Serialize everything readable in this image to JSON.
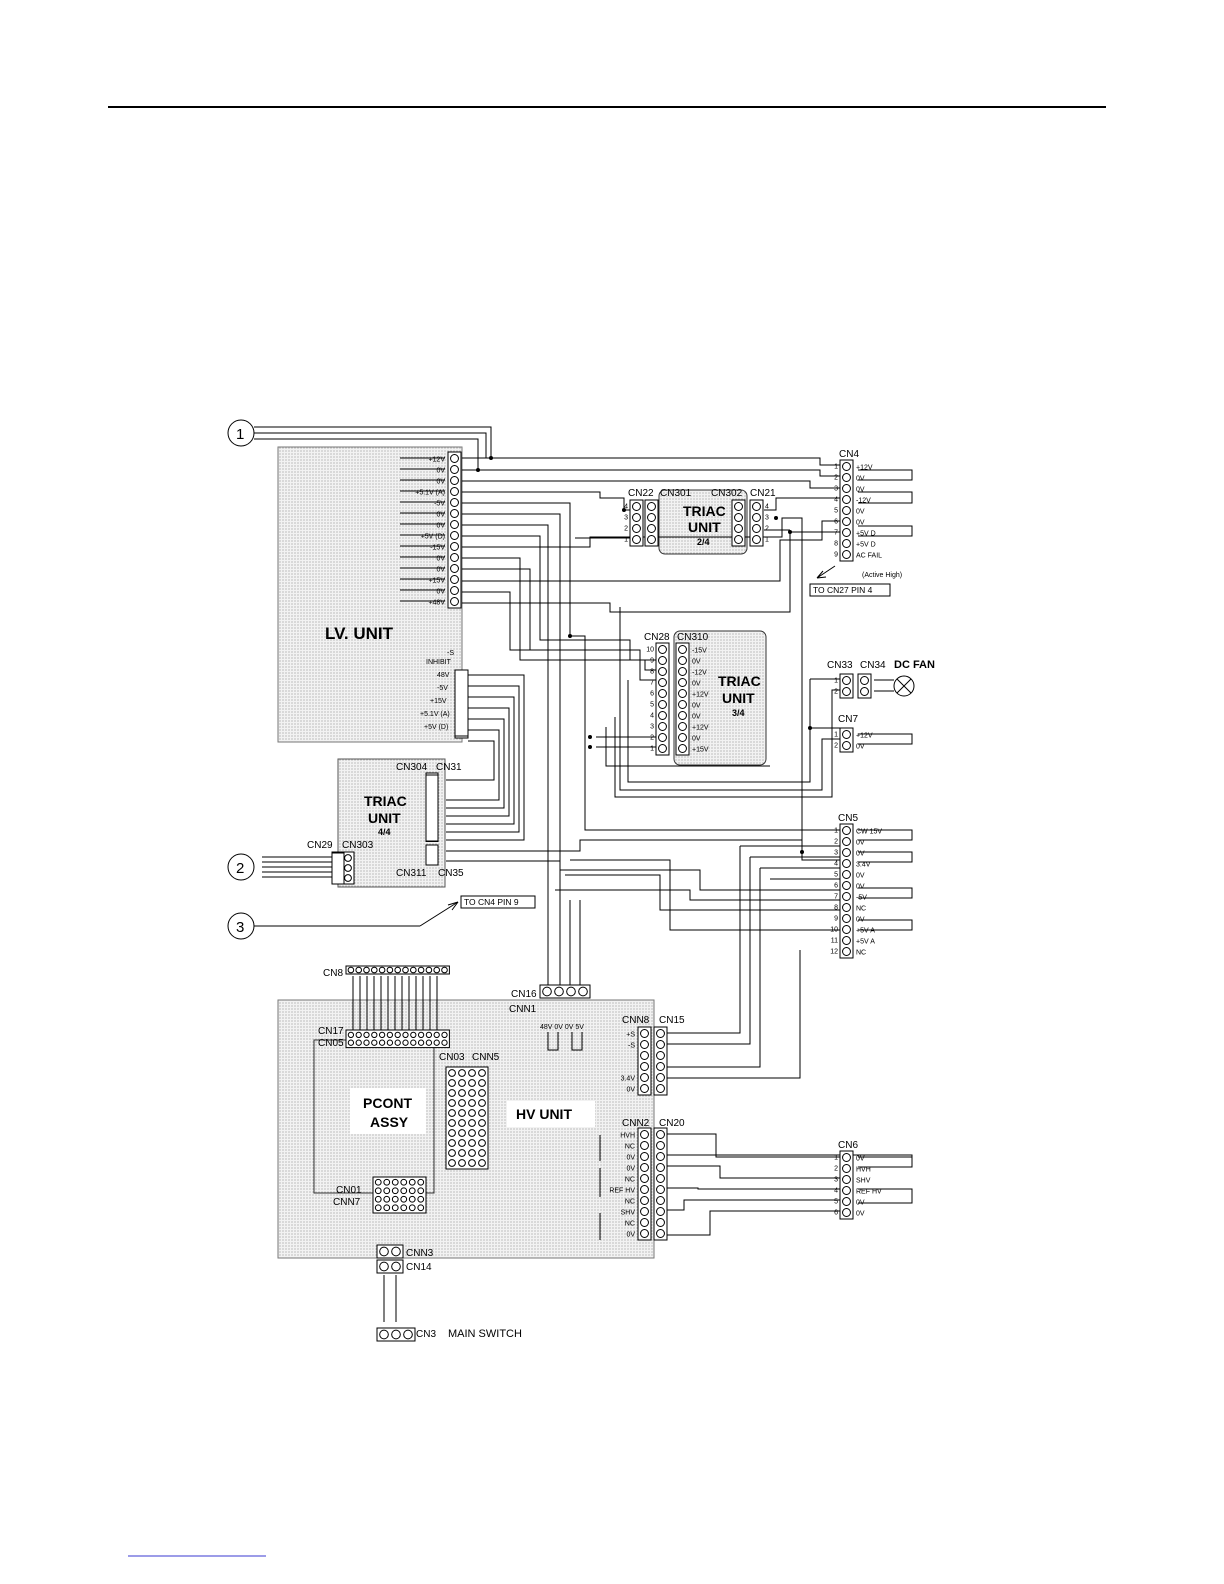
{
  "callouts": [
    "1",
    "2",
    "3"
  ],
  "units": {
    "lv": "LV. UNIT",
    "triac24_l1": "TRIAC",
    "triac24_l2": "UNIT",
    "triac24_n": "2/4",
    "triac34_l1": "TRIAC",
    "triac34_l2": "UNIT",
    "triac34_n": "3/4",
    "triac44_l1": "TRIAC",
    "triac44_l2": "UNIT",
    "triac44_n": "4/4",
    "pcont_l1": "PCONT",
    "pcont_l2": "ASSY",
    "hv": "HV UNIT",
    "dcfan": "DC FAN",
    "mainswitch": "MAIN SWITCH"
  },
  "connectors": {
    "cn4": "CN4",
    "cn22": "CN22",
    "cn301": "CN301",
    "cn302": "CN302",
    "cn21": "CN21",
    "cn28": "CN28",
    "cn310": "CN310",
    "cn33": "CN33",
    "cn34": "CN34",
    "cn7": "CN7",
    "cn5": "CN5",
    "cn304": "CN304",
    "cn31": "CN31",
    "cn29": "CN29",
    "cn303": "CN303",
    "cn311": "CN311",
    "cn35": "CN35",
    "cn8": "CN8",
    "cn16": "CN16",
    "cnn1": "CNN1",
    "cn17": "CN17",
    "cn05": "CN05",
    "cn03": "CN03",
    "cnn5": "CNN5",
    "cnn8": "CNN8",
    "cn15": "CN15",
    "cnn2": "CNN2",
    "cn20": "CN20",
    "cn6": "CN6",
    "cn01": "CN01",
    "cnn7": "CNN7",
    "cnn3": "CNN3",
    "cn14": "CN14",
    "cn3": "CN3"
  },
  "lv_pins": [
    "+12V",
    "0V",
    "0V",
    "+5.1V (A)",
    "-5V",
    "0V",
    "0V",
    "+5V (D)",
    "-15V",
    "0V",
    "0V",
    "+15V",
    "0V",
    "+48V"
  ],
  "lv_lower": [
    "-S",
    "INHIBIT",
    "48V",
    "-5V",
    "+15V",
    "+5.1V (A)",
    "+5V (D)"
  ],
  "cn4_pins": [
    "+12V",
    "0V",
    "0V",
    "-12V",
    "0V",
    "0V",
    "+5V D",
    "+5V D",
    "AC FAIL"
  ],
  "cn4_note": "(Active High)",
  "to_cn27": "TO CN27 PIN 4",
  "to_cn4": "TO CN4 PIN 9",
  "cn310_pins": [
    "-15V",
    "0V",
    "-12V",
    "0V",
    "+12V",
    "0V",
    "0V",
    "+12V",
    "0V",
    "+15V"
  ],
  "cn7_pins": [
    "+12V",
    "0V"
  ],
  "cn5_pins": [
    "CW 15V",
    "0V",
    "0V",
    "3.4V",
    "0V",
    "0V",
    "-5V",
    "NC",
    "0V",
    "+5V A",
    "+5V A",
    "NC"
  ],
  "cnn8_pins": [
    "+S",
    "-S",
    "",
    "",
    "3.4V",
    "0V"
  ],
  "cnn1_pins": "48V 0V 0V 5V",
  "cnn2_pins": [
    "HVH",
    "NC",
    "0V",
    "0V",
    "NC",
    "REF HV",
    "NC",
    "SHV",
    "NC",
    "0V"
  ],
  "cn6_pins": [
    "0V",
    "HVH",
    "SHV",
    "REF HV",
    "0V",
    "0V"
  ]
}
